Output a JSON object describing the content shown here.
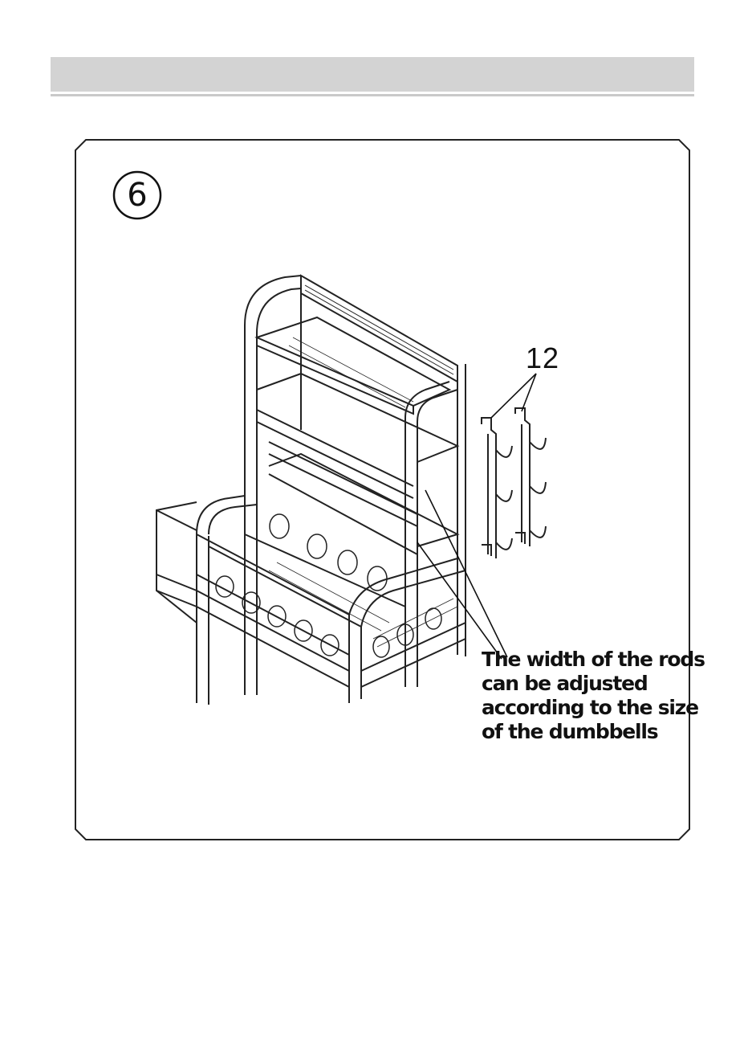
{
  "step": {
    "number": "6"
  },
  "callouts": {
    "part_number": "12"
  },
  "caption": {
    "lines": [
      "The width of the rods",
      "can be adjusted",
      "according to the size",
      "of the dumbbells"
    ]
  },
  "icons": {
    "rack": "dumbbell-rack-illustration",
    "hooks": "hook-bar-illustration"
  }
}
